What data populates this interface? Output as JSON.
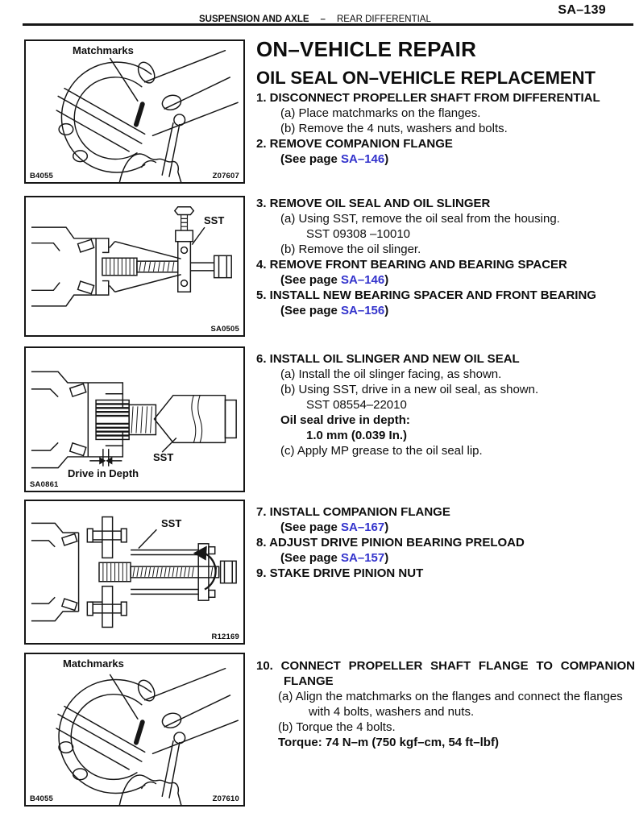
{
  "page": {
    "number": "SA–139",
    "header_section": "SUSPENSION AND AXLE",
    "header_dash": "–",
    "header_topic": "REAR DIFFERENTIAL"
  },
  "titles": {
    "main": "ON–VEHICLE REPAIR",
    "sub": "OIL SEAL ON–VEHICLE REPLACEMENT"
  },
  "colors": {
    "link_blue": "#3333cc",
    "ink": "#0d0d0d"
  },
  "steps": {
    "s1": {
      "head": "1. DISCONNECT PROPELLER SHAFT FROM DIFFERENTIAL",
      "a": "(a) Place matchmarks on the flanges.",
      "b": "(b) Remove the 4 nuts, washers and bolts."
    },
    "s2": {
      "head": "2. REMOVE COMPANION FLANGE",
      "see_prefix": "(See page ",
      "see_link": "SA–146",
      "see_suffix": ")"
    },
    "s3": {
      "head": "3. REMOVE OIL SEAL AND OIL SLINGER",
      "a": "(a) Using SST, remove the oil seal from the housing.",
      "a_sst": "SST 09308 –10010",
      "b": "(b) Remove the oil slinger."
    },
    "s4": {
      "head": "4. REMOVE FRONT BEARING AND BEARING SPACER",
      "see_prefix": "(See page ",
      "see_link": "SA–146",
      "see_suffix": ")"
    },
    "s5": {
      "head": "5. INSTALL NEW BEARING SPACER AND FRONT BEARING",
      "see_prefix": "(See page ",
      "see_link": "SA–156",
      "see_suffix": ")"
    },
    "s6": {
      "head": "6. INSTALL OIL SLINGER AND NEW OIL SEAL",
      "a": "(a) Install the oil slinger facing, as shown.",
      "b": "(b) Using SST, drive in a new oil seal, as shown.",
      "b_sst": "SST 08554–22010",
      "spec_label": "Oil seal drive in depth:",
      "spec_value": "1.0 mm (0.039 In.)",
      "c": "(c) Apply MP grease to the oil seal lip."
    },
    "s7": {
      "head": "7. INSTALL COMPANION FLANGE",
      "see_prefix": "(See page ",
      "see_link": "SA–167",
      "see_suffix": ")"
    },
    "s8": {
      "head": "8. ADJUST DRIVE PINION BEARING PRELOAD",
      "see_prefix": "(See page ",
      "see_link": "SA–157",
      "see_suffix": ")"
    },
    "s9": {
      "head": "9. STAKE DRIVE PINION NUT"
    },
    "s10": {
      "head": "10. CONNECT PROPELLER SHAFT FLANGE TO COMPANION FLANGE",
      "a": "(a) Align the matchmarks on the flanges and connect the flanges with 4 bolts, washers and nuts.",
      "b": "(b) Torque the 4 bolts.",
      "torque": "Torque: 74 N–m (750 kgf–cm, 54 ft–lbf)"
    }
  },
  "figures": {
    "fig1": {
      "callout": "Matchmarks",
      "code_left": "B4055",
      "code_right": "Z07607"
    },
    "fig2": {
      "callout": "SST",
      "code_right": "SA0505"
    },
    "fig3": {
      "callout": "SST",
      "callout2": "Drive in Depth",
      "code_left": "SA0861"
    },
    "fig4": {
      "callout": "SST",
      "code_right": "R12169"
    },
    "fig5": {
      "callout": "Matchmarks",
      "code_left": "B4055",
      "code_right": "Z07610"
    }
  }
}
